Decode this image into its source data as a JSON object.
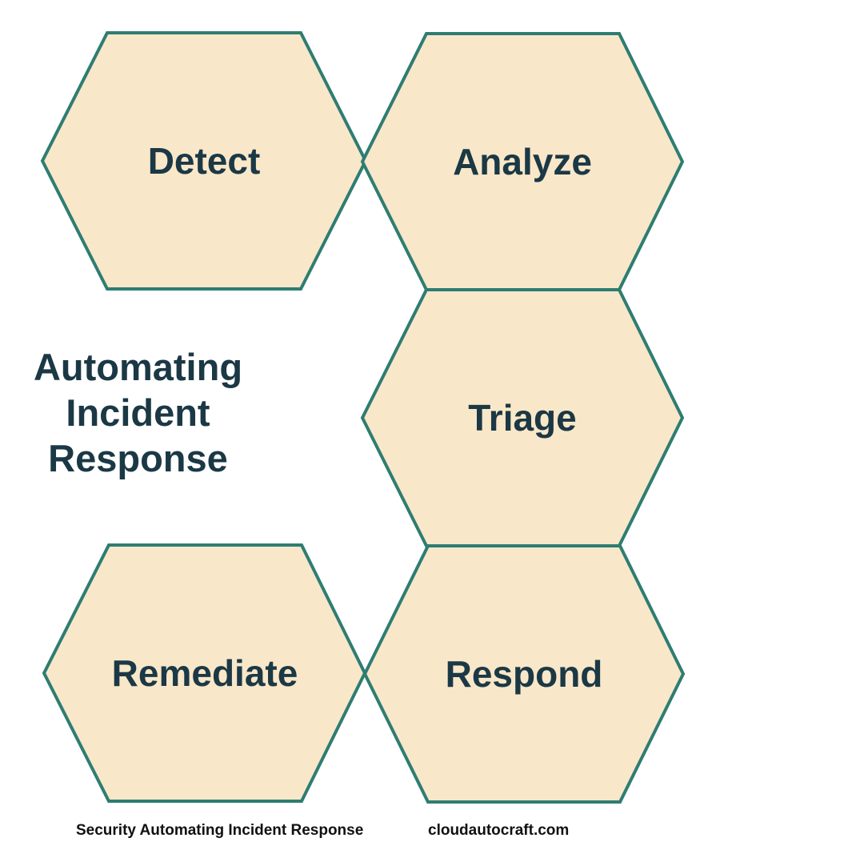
{
  "title": {
    "lines": [
      "Automating",
      "Incident",
      "Response"
    ]
  },
  "hexagons": [
    {
      "label": "Detect"
    },
    {
      "label": "Analyze"
    },
    {
      "label": "Triage"
    },
    {
      "label": "Remediate"
    },
    {
      "label": "Respond"
    }
  ],
  "footer": {
    "left": "Security Automating Incident Response",
    "right": "cloudautocraft.com"
  },
  "style": {
    "page_bg": "#ffffff",
    "hex_fill": "#f9e7c9",
    "hex_border": "#2e7d72",
    "label_color": "#1b3845",
    "title_color": "#1b3845",
    "footer_color": "#111111"
  }
}
